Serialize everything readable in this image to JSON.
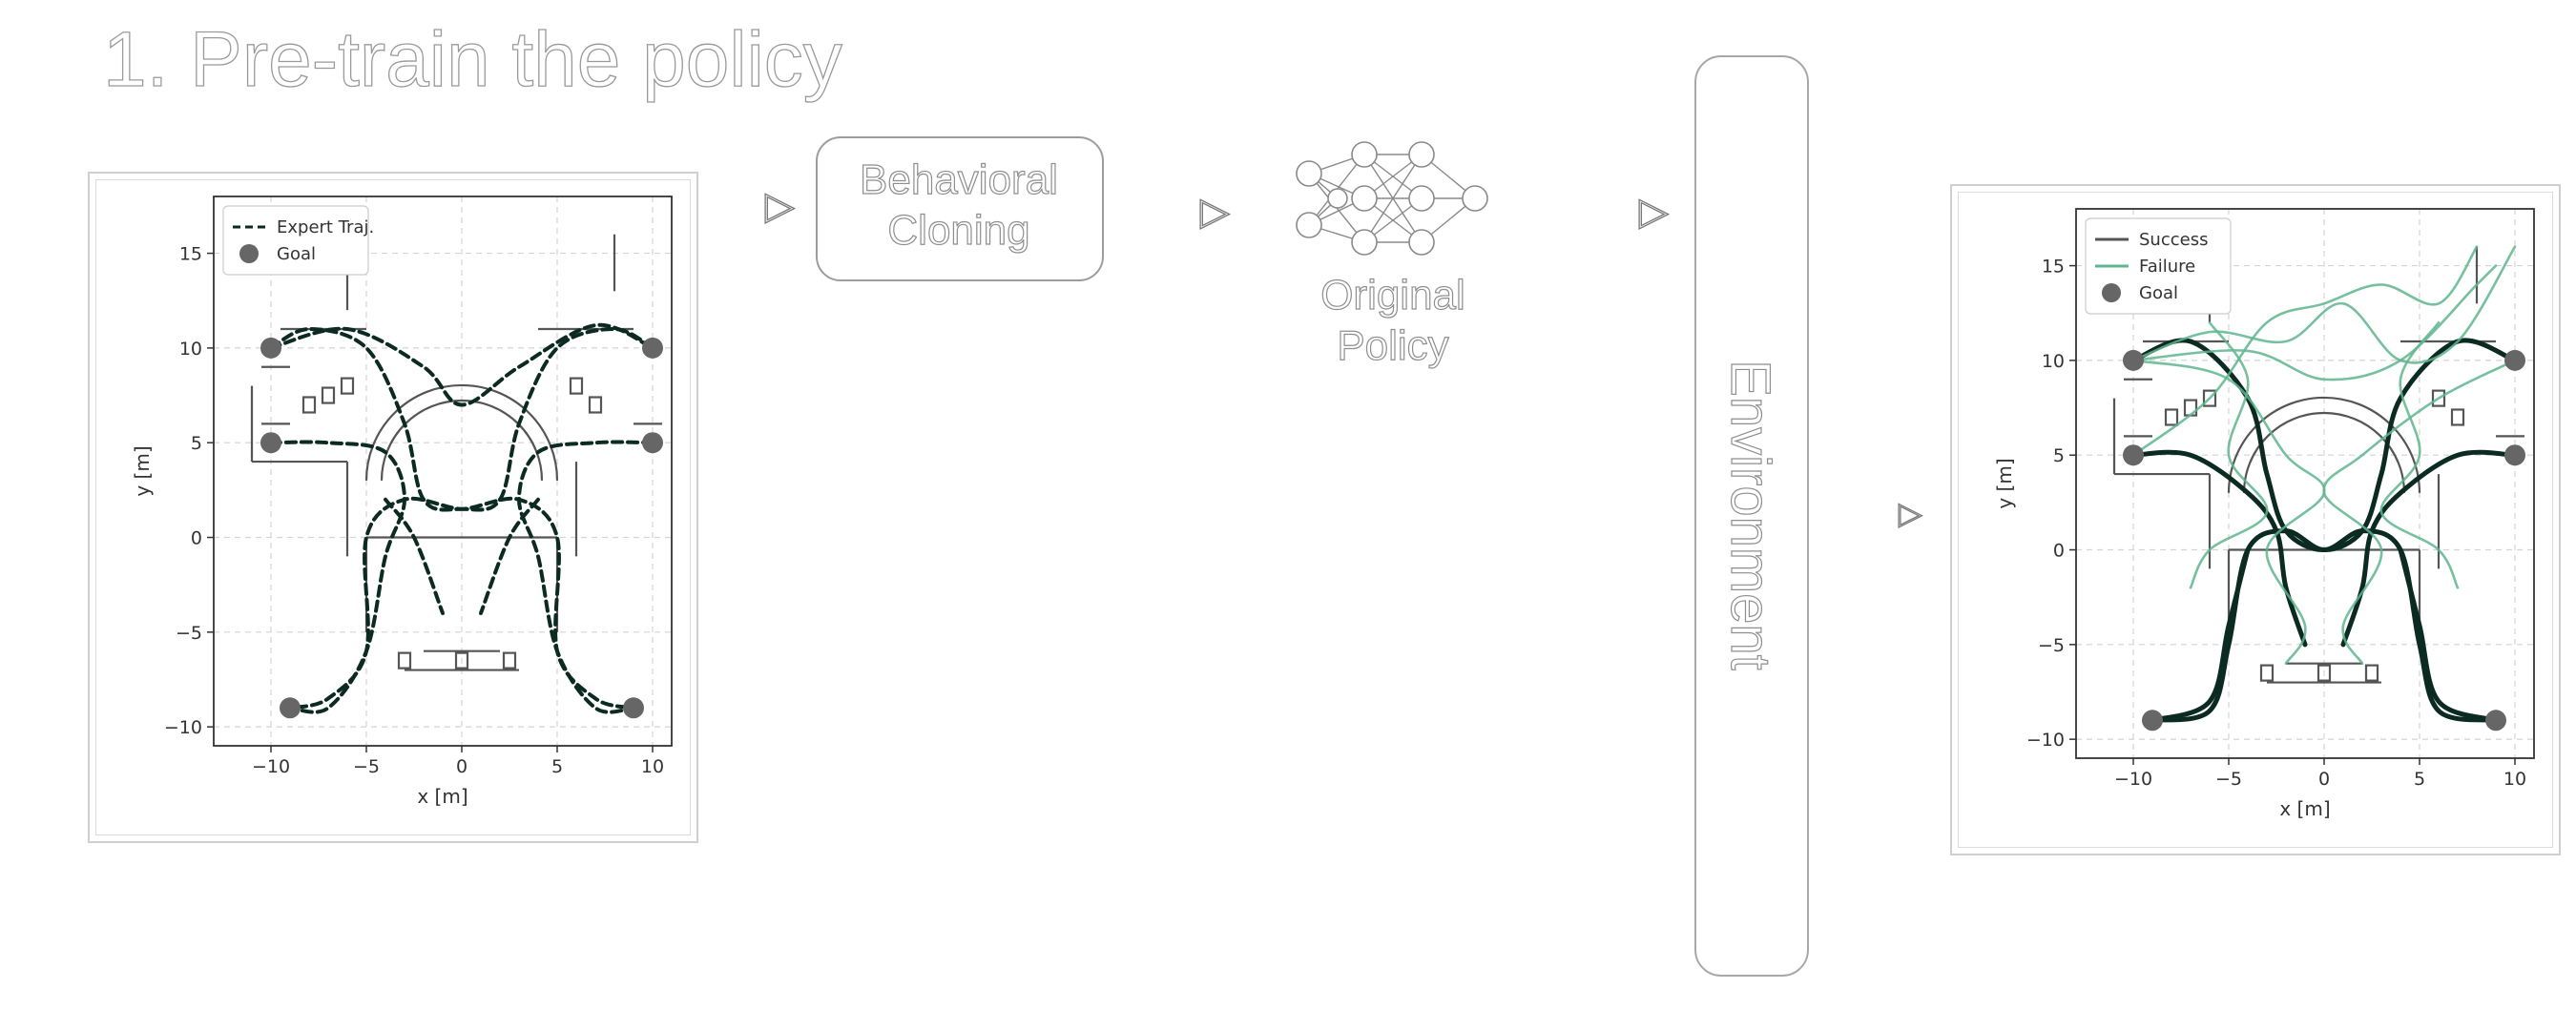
{
  "title": "1. Pre-train the policy",
  "blocks": {
    "behavioral_cloning": "Behavioral\nCloning",
    "policy": "Original\nPolicy",
    "environment": "Environment"
  },
  "arrows": {
    "symbol": "▷"
  },
  "colors": {
    "expert": "#0b2a22",
    "success": "#0b2a22",
    "failure": "#5fb58e",
    "goal": "#666666",
    "map": "#555555"
  },
  "icons": [
    "neural-network-icon",
    "arrow-right-icon"
  ],
  "chart_data": [
    {
      "type": "line",
      "title": "",
      "xlabel": "x [m]",
      "ylabel": "y [m]",
      "xlim": [
        -13,
        11
      ],
      "ylim": [
        -11,
        18
      ],
      "xticks": [
        -10,
        -5,
        0,
        5,
        10
      ],
      "yticks": [
        15,
        10,
        5,
        0,
        -5,
        -10
      ],
      "xtick_labels": [
        "−10",
        "−5",
        "0",
        "5",
        "10"
      ],
      "ytick_labels": [
        "15",
        "10",
        "5",
        "0",
        "−5",
        "−10"
      ],
      "grid": true,
      "legend_placement": "top-left",
      "legend": [
        {
          "label": "Expert Traj.",
          "style": "dashed"
        },
        {
          "label": "Goal",
          "style": "dot"
        }
      ],
      "goals": [
        [
          -10,
          10
        ],
        [
          10,
          10
        ],
        [
          -10,
          5
        ],
        [
          10,
          5
        ],
        [
          -9,
          -9
        ],
        [
          9,
          -9
        ]
      ],
      "series": [
        {
          "name": "Expert Traj.",
          "style": "dashed",
          "paths": [
            [
              [
                -10,
                10
              ],
              [
                -8,
                11
              ],
              [
                -5,
                10
              ],
              [
                -3,
                6
              ],
              [
                -2,
                2
              ],
              [
                0,
                1.5
              ],
              [
                3,
                2
              ],
              [
                5,
                0
              ],
              [
                5,
                -6
              ],
              [
                7,
                -8.5
              ],
              [
                9,
                -9
              ]
            ],
            [
              [
                -10,
                5
              ],
              [
                -7,
                5
              ],
              [
                -4,
                4.5
              ],
              [
                -3,
                2
              ],
              [
                -4,
                -1
              ],
              [
                -5,
                -6
              ],
              [
                -7,
                -9
              ],
              [
                -9,
                -9
              ]
            ],
            [
              [
                10,
                10
              ],
              [
                8,
                11
              ],
              [
                5,
                10
              ],
              [
                3,
                6
              ],
              [
                2,
                2
              ],
              [
                0,
                1.5
              ],
              [
                -3,
                2
              ],
              [
                -5,
                0
              ],
              [
                -5,
                -6
              ],
              [
                -7,
                -8.5
              ],
              [
                -9,
                -9
              ]
            ],
            [
              [
                10,
                5
              ],
              [
                7,
                5
              ],
              [
                4,
                4.5
              ],
              [
                3,
                2
              ],
              [
                4,
                -1
              ],
              [
                5,
                -6
              ],
              [
                7,
                -9
              ],
              [
                9,
                -9
              ]
            ],
            [
              [
                -10,
                10
              ],
              [
                -6,
                11
              ],
              [
                -2,
                9
              ],
              [
                0,
                7
              ],
              [
                3,
                9
              ],
              [
                7,
                11.2
              ],
              [
                10,
                10
              ]
            ],
            [
              [
                -4,
                2
              ],
              [
                -2.5,
                0
              ],
              [
                -1,
                -4
              ]
            ],
            [
              [
                4,
                2
              ],
              [
                2.5,
                0
              ],
              [
                1,
                -4
              ]
            ]
          ]
        }
      ]
    },
    {
      "type": "line",
      "title": "",
      "xlabel": "x [m]",
      "ylabel": "y [m]",
      "xlim": [
        -13,
        11
      ],
      "ylim": [
        -11,
        18
      ],
      "xticks": [
        -10,
        -5,
        0,
        5,
        10
      ],
      "yticks": [
        15,
        10,
        5,
        0,
        -5,
        -10
      ],
      "xtick_labels": [
        "−10",
        "−5",
        "0",
        "5",
        "10"
      ],
      "ytick_labels": [
        "15",
        "10",
        "5",
        "0",
        "−5",
        "−10"
      ],
      "grid": true,
      "legend_placement": "top-left",
      "legend": [
        {
          "label": "Success",
          "style": "dark"
        },
        {
          "label": "Failure",
          "style": "light"
        },
        {
          "label": "Goal",
          "style": "dot"
        }
      ],
      "goals": [
        [
          -10,
          10
        ],
        [
          10,
          10
        ],
        [
          -10,
          5
        ],
        [
          10,
          5
        ],
        [
          -9,
          -9
        ],
        [
          9,
          -9
        ]
      ],
      "series": [
        {
          "name": "Success",
          "style": "solid-dark",
          "paths": [
            [
              [
                -10,
                10
              ],
              [
                -7,
                11
              ],
              [
                -4,
                8
              ],
              [
                -3,
                4
              ],
              [
                -2,
                1
              ],
              [
                0,
                0
              ],
              [
                2,
                1
              ],
              [
                4,
                0
              ],
              [
                5,
                -5
              ],
              [
                6,
                -8.5
              ],
              [
                9,
                -9
              ]
            ],
            [
              [
                10,
                10
              ],
              [
                7,
                11
              ],
              [
                4,
                8
              ],
              [
                3,
                4
              ],
              [
                2,
                1
              ],
              [
                0,
                0
              ],
              [
                -2,
                1
              ],
              [
                -4,
                0
              ],
              [
                -5,
                -5
              ],
              [
                -6,
                -8.5
              ],
              [
                -9,
                -9
              ]
            ],
            [
              [
                -10,
                5
              ],
              [
                -7,
                5
              ],
              [
                -4,
                3
              ],
              [
                -2.5,
                1
              ],
              [
                -2,
                -2
              ],
              [
                -1,
                -5
              ]
            ],
            [
              [
                10,
                5
              ],
              [
                7,
                5
              ],
              [
                4,
                3
              ],
              [
                2.5,
                1
              ],
              [
                2,
                -2
              ],
              [
                1,
                -5
              ]
            ],
            [
              [
                -4,
                0
              ],
              [
                -5,
                -4
              ],
              [
                -6,
                -8
              ],
              [
                -9,
                -9
              ]
            ],
            [
              [
                4,
                0
              ],
              [
                5,
                -4
              ],
              [
                6,
                -8
              ],
              [
                9,
                -9
              ]
            ]
          ]
        },
        {
          "name": "Failure",
          "style": "solid-light",
          "paths": [
            [
              [
                -10,
                10
              ],
              [
                -6,
                11.5
              ],
              [
                -2,
                11
              ],
              [
                1,
                13
              ],
              [
                4,
                10
              ],
              [
                7,
                11
              ],
              [
                10,
                16
              ]
            ],
            [
              [
                -10,
                5
              ],
              [
                -6,
                8
              ],
              [
                -3,
                12
              ],
              [
                0,
                13
              ],
              [
                3,
                14
              ],
              [
                6,
                13
              ],
              [
                8,
                16
              ]
            ],
            [
              [
                -10,
                10
              ],
              [
                -5,
                9
              ],
              [
                -2,
                5
              ],
              [
                0,
                3
              ],
              [
                -3,
                0
              ],
              [
                -1,
                -4
              ],
              [
                -2,
                -6
              ]
            ],
            [
              [
                10,
                10
              ],
              [
                6,
                8
              ],
              [
                2,
                5
              ],
              [
                0,
                3
              ],
              [
                3,
                0
              ],
              [
                1,
                -4
              ],
              [
                2,
                -6
              ]
            ],
            [
              [
                -6,
                12
              ],
              [
                -4,
                9
              ],
              [
                -5,
                5
              ],
              [
                -3,
                2
              ],
              [
                -6,
                0
              ],
              [
                -7,
                -2
              ]
            ],
            [
              [
                6,
                12
              ],
              [
                4,
                9
              ],
              [
                5,
                5
              ],
              [
                3,
                2
              ],
              [
                6,
                0
              ],
              [
                7,
                -2
              ]
            ],
            [
              [
                -10,
                10
              ],
              [
                -4,
                10.5
              ],
              [
                0,
                9
              ],
              [
                4,
                10
              ],
              [
                8,
                14
              ],
              [
                9,
                15
              ]
            ]
          ]
        }
      ]
    }
  ]
}
